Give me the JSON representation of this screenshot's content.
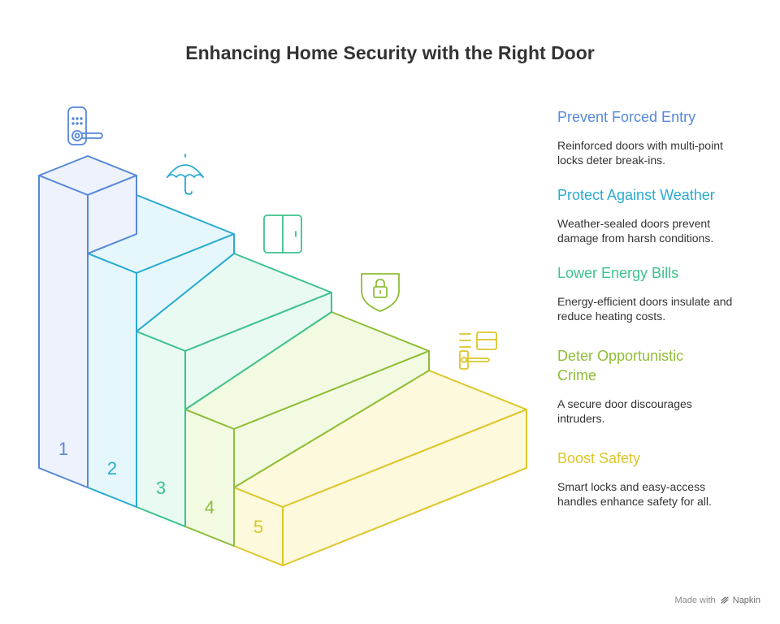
{
  "title": "Enhancing Home Security with the Right Door",
  "steps": [
    {
      "number": "1",
      "title": "Prevent Forced Entry",
      "description": "Reinforced doors with multi-point locks deter break-ins.",
      "color": "#5589d9",
      "fill": "#eef2fc",
      "icon": "door-lock-handle-icon"
    },
    {
      "number": "2",
      "title": "Protect Against Weather",
      "description": "Weather-sealed doors prevent damage from harsh conditions.",
      "color": "#2aaad0",
      "fill": "#e6f7fc",
      "icon": "umbrella-icon"
    },
    {
      "number": "3",
      "title": "Lower Energy Bills",
      "description": "Energy-efficient doors insulate and reduce heating costs.",
      "color": "#3dc28d",
      "fill": "#e8faf2",
      "icon": "double-door-icon"
    },
    {
      "number": "4",
      "title": "Deter Opportunistic Crime",
      "description": "A secure door discourages intruders.",
      "color": "#8fbd36",
      "fill": "#f2fbe2",
      "icon": "shield-lock-icon"
    },
    {
      "number": "5",
      "title": "Boost Safety",
      "description": "Smart locks and easy-access handles enhance safety for all.",
      "color": "#dcc629",
      "fill": "#fcf9dc",
      "icon": "smart-lock-icon"
    }
  ],
  "footer": {
    "made_with": "Made with",
    "brand": "Napkin"
  }
}
